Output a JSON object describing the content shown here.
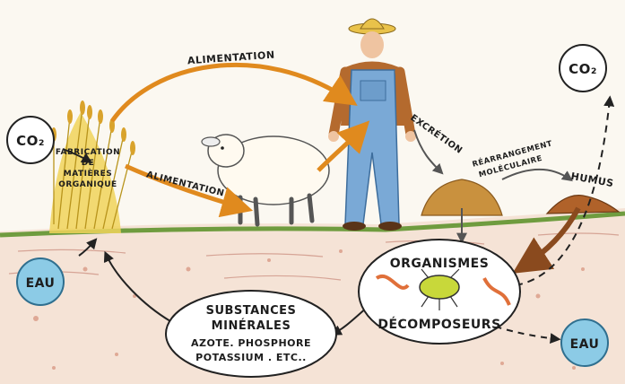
{
  "labels": {
    "co2_left": "CO₂",
    "co2_right": "CO₂",
    "eau_left": "EAU",
    "eau_right": "EAU",
    "fabrication": [
      "FABRICATION",
      "DE",
      "MATIÈRES",
      "ORGANIQUE"
    ],
    "alimentation_top": "ALIMENTATION",
    "alimentation_bottom": "ALIMENTATION",
    "excretion": "EXCRÉTION",
    "rearrangement": [
      "RÉARRANGEMENT",
      "MOLÉCULAIRE"
    ],
    "humus": "HUMUS",
    "organismes": "ORGANISMES",
    "decomposeurs": "DÉCOMPOSEURS",
    "substances": [
      "SUBSTANCES",
      "MINÉRALES",
      "AZOTE. PHOSPHORE",
      "POTASSIUM . ETC.."
    ]
  },
  "colors": {
    "arrow_brown": "#a8612a",
    "arrow_orange": "#e59a2a",
    "eau_blue": "#7fc3e2",
    "soil": "#f3d9c9",
    "grass": "#5f8f3a",
    "humus": "#c98a3e",
    "straw": "#e6c54a"
  }
}
